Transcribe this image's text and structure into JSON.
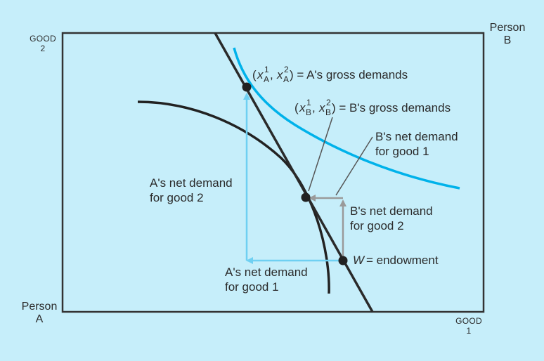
{
  "corners": {
    "good2_top": "GOOD",
    "good2_num": "2",
    "person_b_title": "Person",
    "person_b_letter": "B",
    "person_a_title": "Person",
    "person_a_letter": "A",
    "good1_top": "GOOD",
    "good1_num": "1"
  },
  "labels": {
    "a_gross": {
      "open": "(",
      "x1": "x",
      "x1_sup": "1",
      "x1_sub": "A",
      "comma": ", ",
      "x2": "x",
      "x2_sup": "2",
      "x2_sub": "A",
      "rest": ") = A's gross demands"
    },
    "b_gross": {
      "open": "(",
      "x1": "x",
      "x1_sup": "1",
      "x1_sub": "B",
      "comma": ", ",
      "x2": "x",
      "x2_sup": "2",
      "x2_sub": "B",
      "rest": ") = B's gross demands"
    },
    "b_net_good1": [
      "B's net demand",
      "for good 1"
    ],
    "a_net_good2": [
      "A's net demand",
      "for good 2"
    ],
    "b_net_good2": [
      "B's net demand",
      "for good 2"
    ],
    "a_net_good1": [
      "A's net demand",
      "for good 1"
    ],
    "endowment": {
      "w": "W",
      "rest": " = endowment"
    }
  },
  "colors": {
    "background": "#c6eefa",
    "frame": "#333333",
    "indifference_a": "#00b2ea",
    "light_arrow": "#6fd0f2",
    "gray_arrow": "#9a9a9a",
    "dark": "#222222"
  }
}
